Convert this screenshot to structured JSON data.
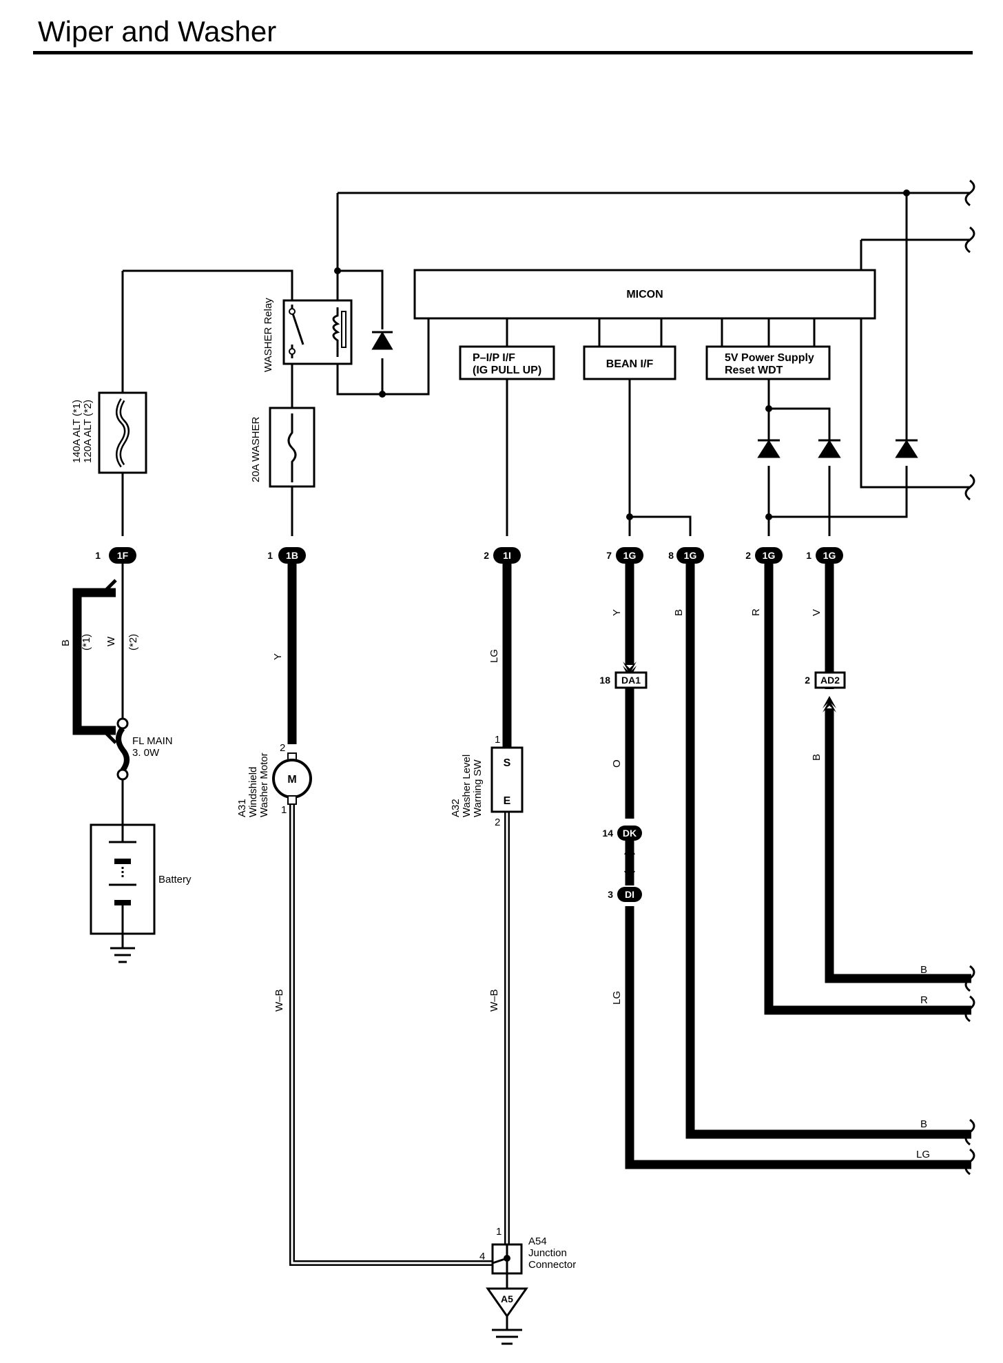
{
  "title": "Wiper and Washer",
  "colors": {
    "line": "#000000",
    "background": "#ffffff"
  },
  "micon": {
    "label": "MICON",
    "blocks": [
      "P–I/P I/F",
      "(IG PULL UP)",
      "BEAN I/F",
      "5V Power Supply",
      "Reset WDT"
    ]
  },
  "fuses": {
    "alt_line1": "140A ALT (*1)",
    "alt_line2": "120A ALT (*2)",
    "washer": "20A WASHER",
    "fl_main_line1": "FL MAIN",
    "fl_main_line2": "3. 0W"
  },
  "relay": {
    "label": "WASHER Relay"
  },
  "battery": {
    "label": "Battery"
  },
  "motor": {
    "symbol": "M",
    "id": "A31",
    "name_line1": "Windshield",
    "name_line2": "Washer Motor"
  },
  "level_sw": {
    "pin_s": "S",
    "pin_e": "E",
    "id": "A32",
    "name_line1": "Washer Level",
    "name_line2": "Warning SW"
  },
  "junction": {
    "id": "A54",
    "name_line1": "Junction",
    "name_line2": "Connector",
    "ground": "A5"
  },
  "connectors": [
    {
      "pin": "1",
      "id": "1F"
    },
    {
      "pin": "1",
      "id": "1B"
    },
    {
      "pin": "2",
      "id": "1I"
    },
    {
      "pin": "7",
      "id": "1G"
    },
    {
      "pin": "8",
      "id": "1G"
    },
    {
      "pin": "2",
      "id": "1G"
    },
    {
      "pin": "1",
      "id": "1G"
    },
    {
      "pin": "18",
      "id": "DA1"
    },
    {
      "pin": "2",
      "id": "AD2"
    },
    {
      "pin": "14",
      "id": "DK"
    },
    {
      "pin": "3",
      "id": "DI"
    }
  ],
  "pins": {
    "motor_top": "2",
    "motor_bottom": "1",
    "sw_top": "1",
    "sw_bottom": "2",
    "jc_top": "1",
    "jc_left": "4"
  },
  "wire_colors": {
    "alt_b": "B",
    "alt_w": "W",
    "alt_n1": "(*1)",
    "alt_n2": "(*2)",
    "y_motor": "Y",
    "lg_sw": "LG",
    "wb_motor": "W–B",
    "wb_sw": "W–B",
    "y_bean": "Y",
    "o_bean": "O",
    "lg_bean": "LG",
    "b_bean": "B",
    "r_pwr": "R",
    "v_pwr": "V",
    "b_ad2": "B",
    "right_b1": "B",
    "right_r": "R",
    "right_b2": "B",
    "right_lg": "LG"
  }
}
